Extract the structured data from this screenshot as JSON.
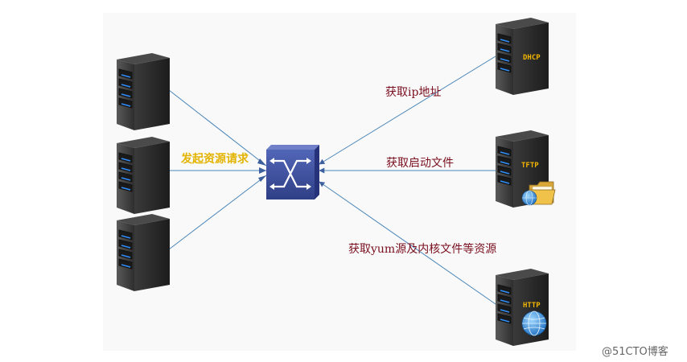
{
  "diagram": {
    "labels": {
      "request": "发起资源请求",
      "get_ip": "获取ip地址",
      "get_boot_file": "获取启动文件",
      "get_yum": "获取yum源及内核文件等资源"
    },
    "servers": {
      "dhcp": "DHCP",
      "tftp": "TFTP",
      "http": "HTTP"
    },
    "colors": {
      "link_line": "#4a86b8",
      "request_label": "#e3b400",
      "action_label": "#7a0f1f",
      "server_tag": "#f0b400",
      "switch_body": "#3d4f9e"
    },
    "icons": [
      "server-icon",
      "switch-icon",
      "folder-icon",
      "globe-icon"
    ]
  },
  "watermark": "@51CTO博客"
}
